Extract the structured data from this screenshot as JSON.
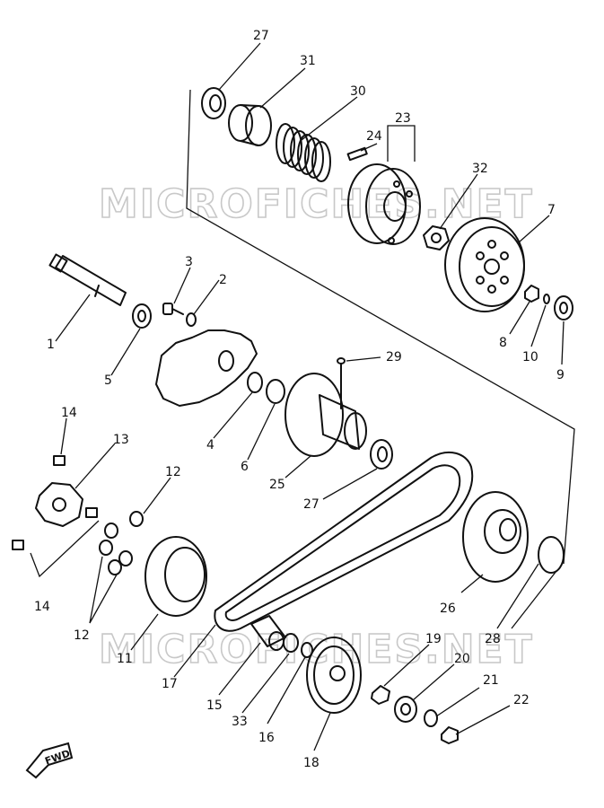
{
  "watermarks": [
    "MICROFICHES.NET",
    "MICROFICHES.NET"
  ],
  "direction_label": "FWD",
  "callouts": {
    "c1": "1",
    "c2": "2",
    "c3": "3",
    "c4": "4",
    "c5": "5",
    "c6": "6",
    "c7": "7",
    "c8": "8",
    "c9": "9",
    "c10": "10",
    "c11": "11",
    "c12a": "12",
    "c12b": "12",
    "c13": "13",
    "c14a": "14",
    "c14b": "14",
    "c15": "15",
    "c16": "16",
    "c17": "17",
    "c18": "18",
    "c19": "19",
    "c20": "20",
    "c21": "21",
    "c22": "22",
    "c23": "23",
    "c24": "24",
    "c25": "25",
    "c26": "26",
    "c27a": "27",
    "c27b": "27",
    "c28": "28",
    "c29": "29",
    "c30": "30",
    "c31": "31",
    "c32": "32",
    "c33": "33"
  }
}
